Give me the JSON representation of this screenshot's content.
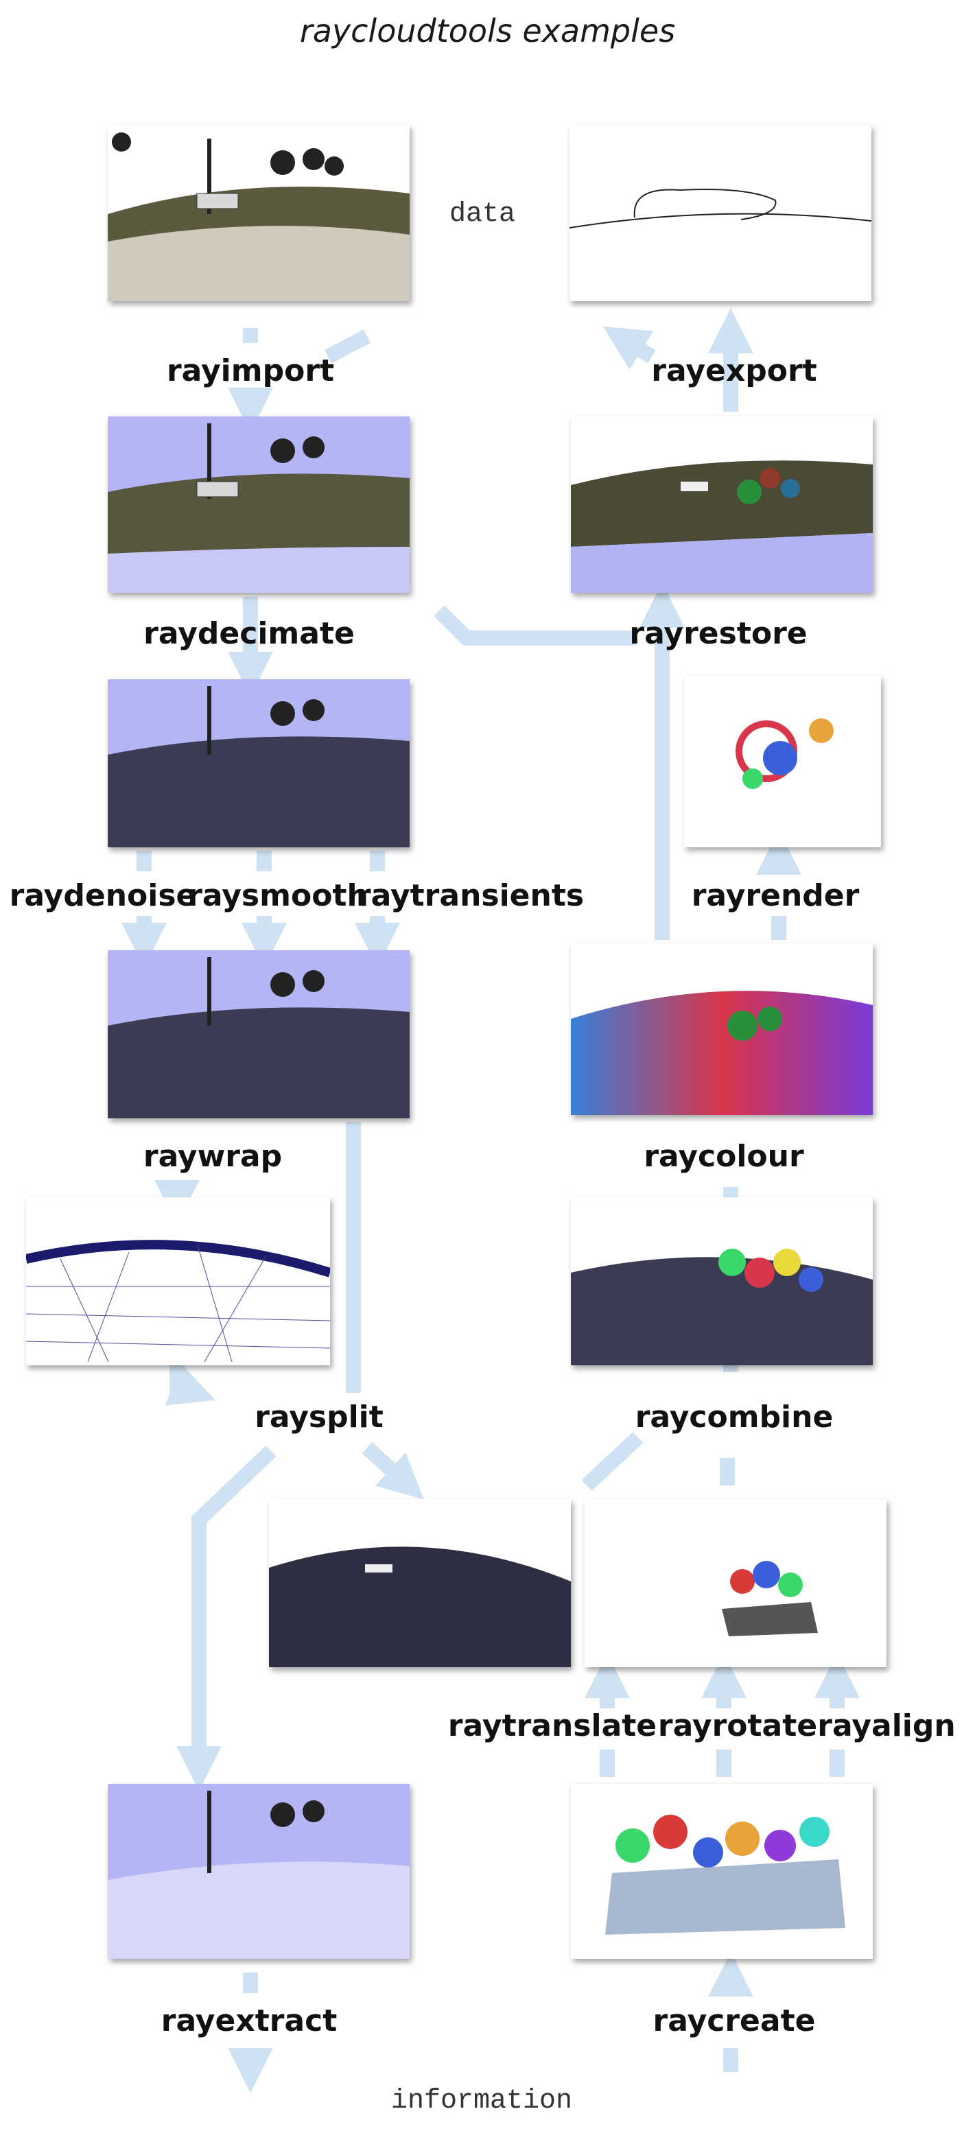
{
  "title": "raycloudtools examples",
  "io": {
    "data": "data",
    "information": "information"
  },
  "labels": {
    "rayimport": "rayimport",
    "rayexport": "rayexport",
    "raydecimate": "raydecimate",
    "rayrestore": "rayrestore",
    "raydenoise": "raydenoise",
    "raysmooth": "raysmooth",
    "raytransients": "raytransients",
    "rayrender": "rayrender",
    "raywrap": "raywrap",
    "raycolour": "raycolour",
    "raysplit": "raysplit",
    "raycombine": "raycombine",
    "raytranslate": "raytranslate",
    "rayrotate": "rayrotate",
    "rayalign": "rayalign",
    "rayextract": "rayextract",
    "raycreate": "raycreate"
  },
  "colors": {
    "arrow": "#cfe2f3",
    "rays": "#8c8ff0",
    "text": "#111111"
  }
}
